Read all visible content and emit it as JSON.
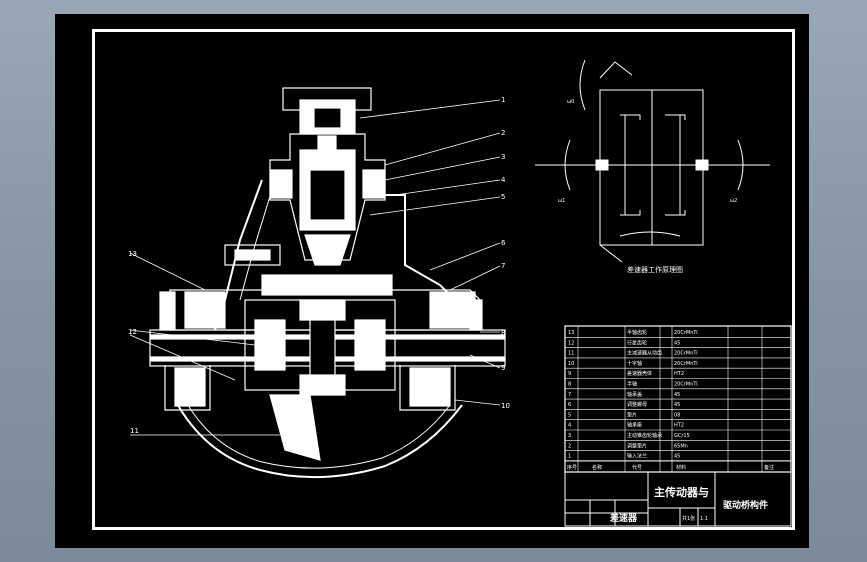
{
  "drawing": {
    "title": "主传动器与",
    "subtitle": "差速器",
    "assembly_name": "驱动桥构件",
    "inset_caption": "差速器工作原理图"
  },
  "balloons": [
    "1",
    "2",
    "3",
    "4",
    "5",
    "6",
    "7",
    "8",
    "9",
    "10",
    "11",
    "12",
    "13"
  ],
  "inset_labels": {
    "omega_input": "ω0",
    "omega_left": "ω1",
    "omega_right": "ω2"
  },
  "bom": {
    "header": [
      "序号",
      "名称",
      "代号",
      "材料",
      "备注"
    ],
    "rows": [
      {
        "no": "13",
        "name": "半轴齿轮",
        "mat": "20CrMnTi"
      },
      {
        "no": "12",
        "name": "行星齿轮",
        "mat": "45"
      },
      {
        "no": "11",
        "name": "主减速器从动齿",
        "mat": "20CrMnTi"
      },
      {
        "no": "10",
        "name": "十字轴",
        "mat": "20CrMnTi"
      },
      {
        "no": "9",
        "name": "差速器壳体",
        "mat": "HT2"
      },
      {
        "no": "8",
        "name": "半轴",
        "mat": "20CrMnTi"
      },
      {
        "no": "7",
        "name": "轴承盖",
        "mat": "45"
      },
      {
        "no": "6",
        "name": "调整螺母",
        "mat": "45"
      },
      {
        "no": "5",
        "name": "垫片",
        "mat": "08"
      },
      {
        "no": "4",
        "name": "轴承座",
        "mat": "HT2"
      },
      {
        "no": "3",
        "name": "主动锥齿轮轴承",
        "mat": "GCr15"
      },
      {
        "no": "2",
        "name": "调整垫片",
        "mat": "65Mn"
      },
      {
        "no": "1",
        "name": "输入法兰",
        "mat": "45"
      }
    ]
  },
  "title_block": {
    "scale": "1:1",
    "sheet": "共1张"
  }
}
